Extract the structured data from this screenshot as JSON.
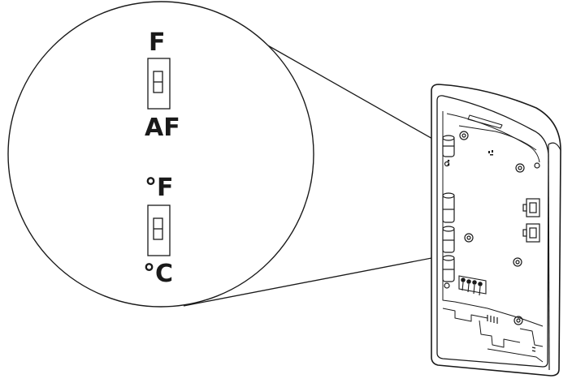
{
  "switch_1": {
    "top_label": "F",
    "bottom_label": "AF"
  },
  "switch_2": {
    "top_label": "°F",
    "bottom_label": "°C"
  },
  "colors": {
    "line": "#1a1a1a",
    "device_fill": "#ffffff",
    "background": "#ffffff"
  }
}
